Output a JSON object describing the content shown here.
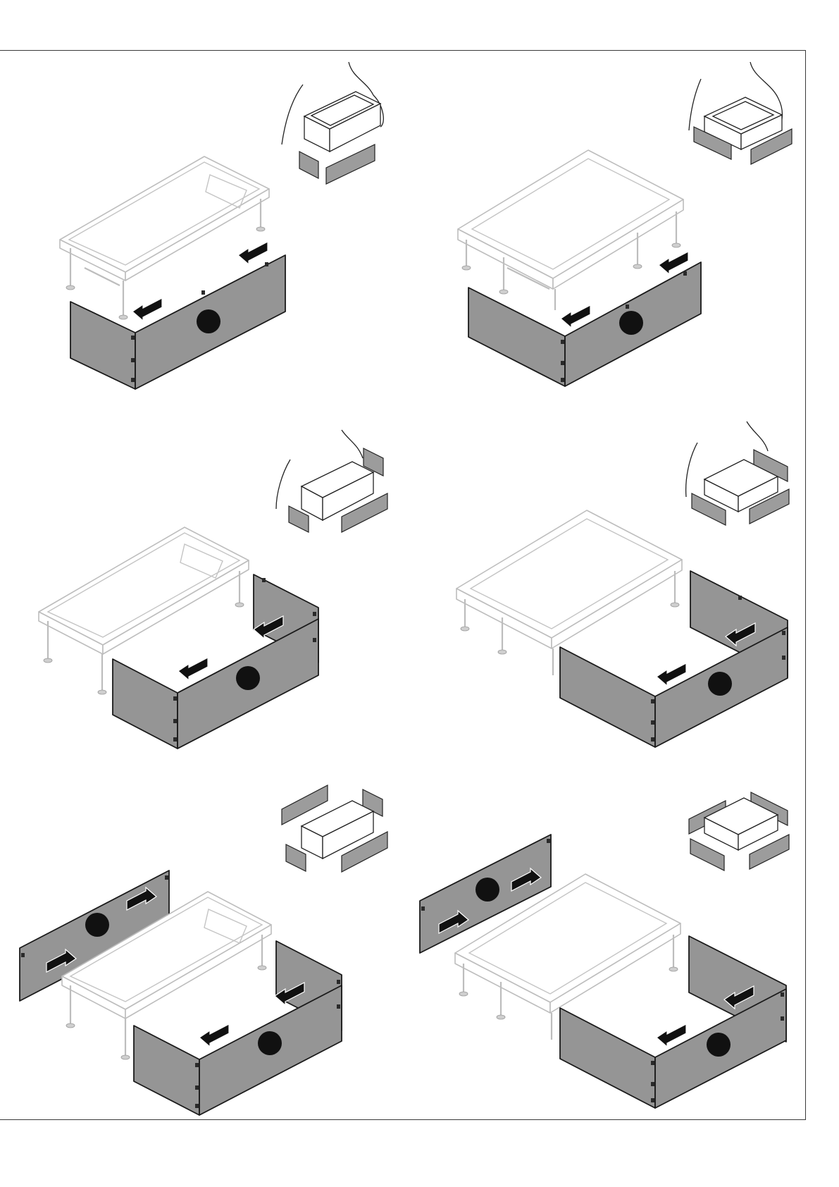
{
  "page": {
    "background": "#ffffff",
    "frame_color": "#3a3a3a"
  },
  "colors": {
    "panel_fill": "#959595",
    "panel_stroke": "#1a1a1a",
    "tub_outline": "#bdbdbd",
    "arrow": "#111111"
  },
  "steps": [
    {
      "id": "row1-left",
      "tub": "rectangular-with-headrest",
      "panels": [
        "front",
        "end"
      ],
      "arrows": [
        "push-in",
        "push-in"
      ]
    },
    {
      "id": "row1-right",
      "tub": "square",
      "panels": [
        "front",
        "end"
      ],
      "arrows": [
        "push-in",
        "push-in"
      ]
    },
    {
      "id": "row2-left",
      "tub": "rectangular-with-headrest",
      "panels": [
        "front",
        "end",
        "back-end"
      ],
      "arrows": [
        "push-in",
        "push-in"
      ]
    },
    {
      "id": "row2-right",
      "tub": "square",
      "panels": [
        "front",
        "end",
        "back-end"
      ],
      "arrows": [
        "push-in",
        "push-in"
      ]
    },
    {
      "id": "row3-left",
      "tub": "rectangular-with-headrest",
      "panels": [
        "front",
        "end",
        "back-end",
        "back"
      ],
      "arrows": [
        "push-in",
        "push-in",
        "pull-out",
        "pull-out"
      ]
    },
    {
      "id": "row3-right",
      "tub": "square",
      "panels": [
        "front",
        "end",
        "back-end",
        "back"
      ],
      "arrows": [
        "push-in",
        "push-in",
        "pull-out",
        "pull-out"
      ]
    }
  ]
}
